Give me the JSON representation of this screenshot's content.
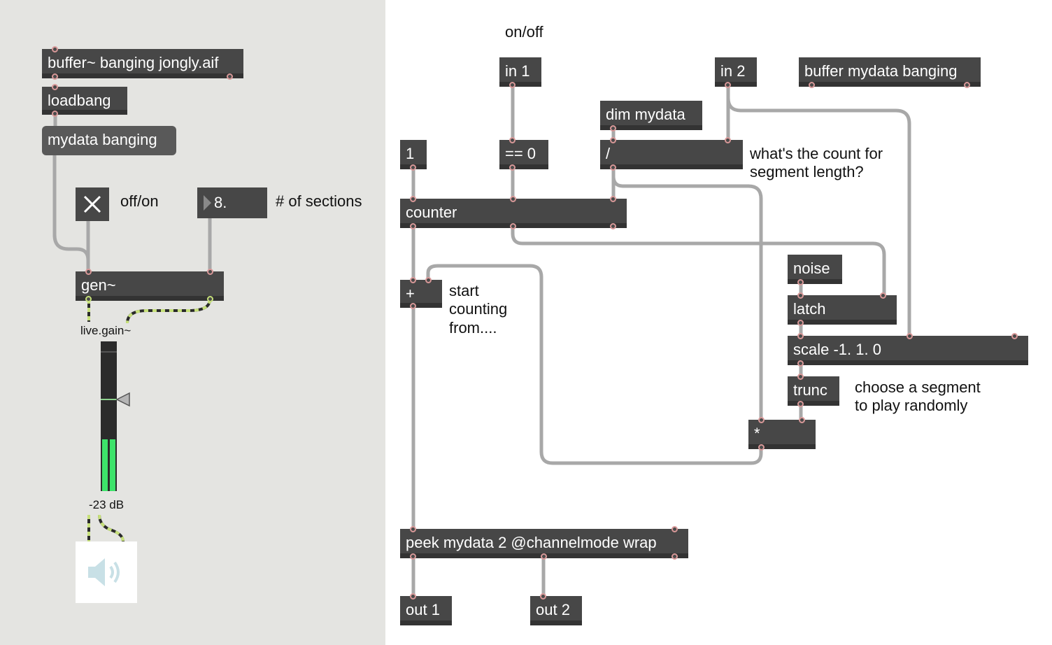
{
  "objects": {
    "buffer_jongly": "buffer~ banging jongly.aif",
    "loadbang": "loadbang",
    "msg_mydata": "mydata banging",
    "gen": "gen~",
    "in1": "in 1",
    "in2": "in 2",
    "buffer_mydata": "buffer mydata banging",
    "dim_mydata": "dim mydata",
    "divide": "/",
    "one": "1",
    "eq0": "== 0",
    "counter": "counter",
    "plus": "+",
    "noise": "noise",
    "latch": "latch",
    "scale": "scale -1. 1. 0",
    "trunc": "trunc",
    "multiply": "*",
    "peek": "peek mydata 2 @channelmode wrap",
    "out1": "out 1",
    "out2": "out 2"
  },
  "comments": {
    "on_off": "on/off",
    "off_on": "off/on",
    "num_sections": "# of sections",
    "count_segment_1": "what's the count for",
    "count_segment_2": "segment length?",
    "start_1": "start",
    "start_2": "counting",
    "start_3": "from....",
    "choose_1": "choose a segment",
    "choose_2": "to play randomly"
  },
  "controls": {
    "sections_value": "8.",
    "toggle_state": "on",
    "live_gain_label": "live.gain~",
    "live_gain_value": "-23 dB"
  },
  "colors": {
    "left_panel_bg": "#e4e4e1",
    "object_bg": "#474747",
    "patch_cord": "#a8a8a8",
    "signal_cord": "#c6e07a",
    "meter_green": "#3de36a"
  }
}
